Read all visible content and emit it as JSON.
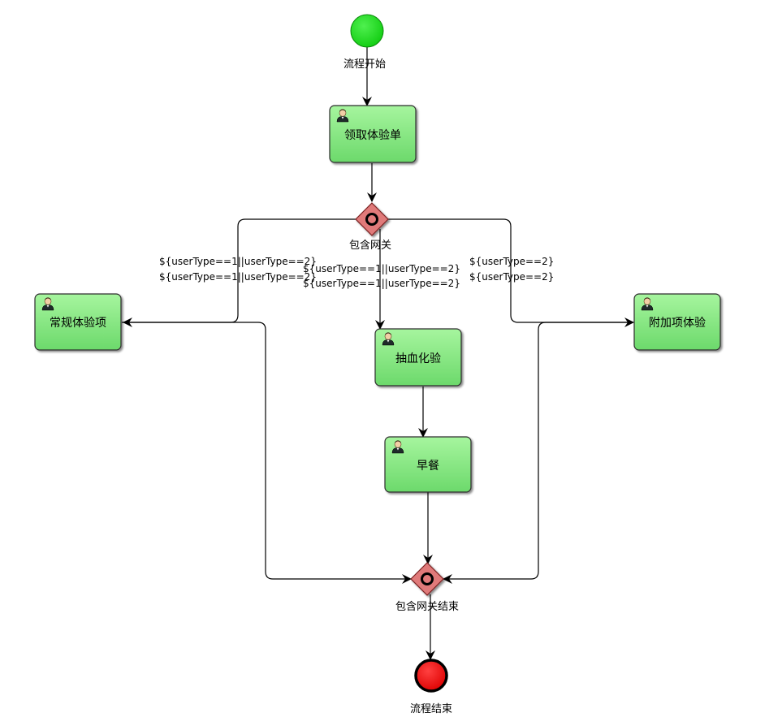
{
  "events": {
    "start": {
      "label": "流程开始",
      "color": "#11dd11"
    },
    "end": {
      "label": "流程结束",
      "color": "#ee0000"
    }
  },
  "tasks": {
    "receive": {
      "label": "领取体验单"
    },
    "regular": {
      "label": "常规体验项"
    },
    "blood": {
      "label": "抽血化验"
    },
    "breakfast": {
      "label": "早餐"
    },
    "extra": {
      "label": "附加项体验"
    }
  },
  "gateways": {
    "split": {
      "label": "包含网关",
      "color": "#e07878"
    },
    "join": {
      "label": "包含网关结束",
      "color": "#e07878"
    }
  },
  "conditions": {
    "to_regular": {
      "line1": "${userType==1||userType==2}",
      "line2": "${userType==1||userType==2}"
    },
    "to_blood": {
      "line1": "${userType==1||userType==2}",
      "line2": "${userType==1||userType==2}"
    },
    "to_extra": {
      "line1": "${userType==2}",
      "line2": "${userType==2}"
    }
  },
  "colors": {
    "task_fill_top": "#a8f5a0",
    "task_fill_bottom": "#6ad86a",
    "task_border": "#333333"
  }
}
